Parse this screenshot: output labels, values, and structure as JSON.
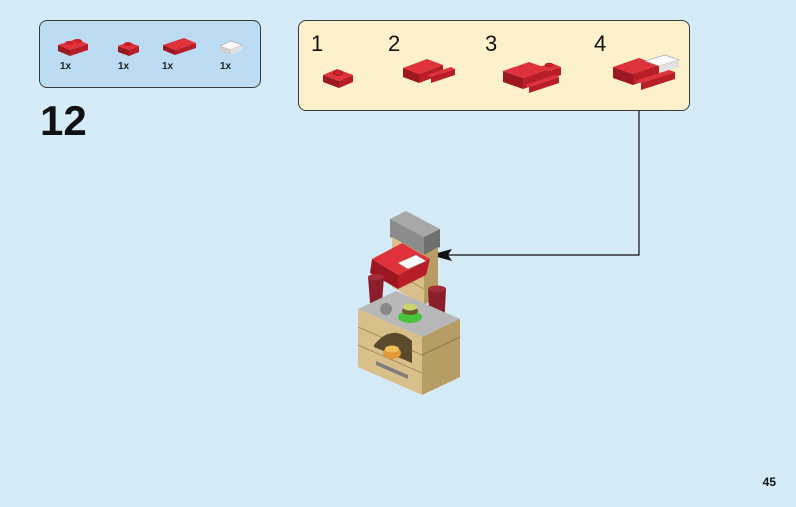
{
  "parts": [
    {
      "qty": "1x",
      "icon": "red-plate-1x2-icon",
      "color": "#c8212b"
    },
    {
      "qty": "1x",
      "icon": "red-plate-1x1-icon",
      "color": "#c8212b"
    },
    {
      "qty": "1x",
      "icon": "red-tile-1x2-icon",
      "color": "#c8212b"
    },
    {
      "qty": "1x",
      "icon": "white-tile-1x1-icon",
      "color": "#f4f4f4"
    }
  ],
  "step": "12",
  "substeps": [
    "1",
    "2",
    "3",
    "4"
  ],
  "page_number": "45",
  "colors": {
    "background": "#d6ebf8",
    "parts_panel": "#bcdcf3",
    "substep_panel": "#fdf1cc",
    "brick_red": "#c8212b",
    "tan": "#d9c08a"
  }
}
